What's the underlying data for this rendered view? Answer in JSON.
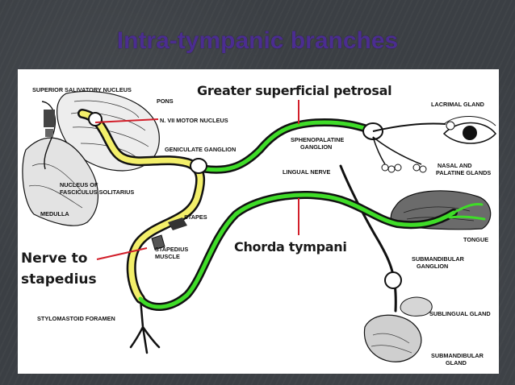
{
  "title": "Intra-tympanic branches",
  "colors": {
    "title": "#4b2d90",
    "green": "#3fdc28",
    "yellow": "#f3ef6a",
    "red": "#d21f2a",
    "nerve": "#111111"
  },
  "callouts": {
    "greater_petrosal": "Greater superficial petrosal",
    "chorda_tympani": "Chorda tympani",
    "nerve_to_stapedius_line1": "Nerve to",
    "nerve_to_stapedius_line2": "stapedius"
  },
  "labels": {
    "superior_salivatory": "SUPERIOR SALIVATORY NUCLEUS",
    "pons": "PONS",
    "motor_nucleus": "N. VII MOTOR NUCLEUS",
    "geniculate": "GENICULATE GANGLION",
    "nucleus_1": "NUCLEUS OF",
    "nucleus_2": "FASCICULUS SOLITARIUS",
    "medulla": "MEDULLA",
    "stapes": "STAPES",
    "stapedius_1": "STAPEDIUS",
    "stapedius_2": "MUSCLE",
    "stylomastoid": "STYLOMASTOID  FORAMEN",
    "sphenopalatine_1": "SPHENOPALATINE",
    "sphenopalatine_2": "GANGLION",
    "lingual": "LINGUAL  NERVE",
    "lacrimal": "LACRIMAL  GLAND",
    "nasal_1": "NASAL  AND",
    "nasal_2": "PALATINE  GLANDS",
    "tongue": "TONGUE",
    "submandibular_ganglion_1": "SUBMANDIBULAR",
    "submandibular_ganglion_2": "GANGLION",
    "sublingual": "SUBLINGUAL  GLAND",
    "submandibular_gland_1": "SUBMANDIBULAR",
    "submandibular_gland_2": "GLAND"
  }
}
